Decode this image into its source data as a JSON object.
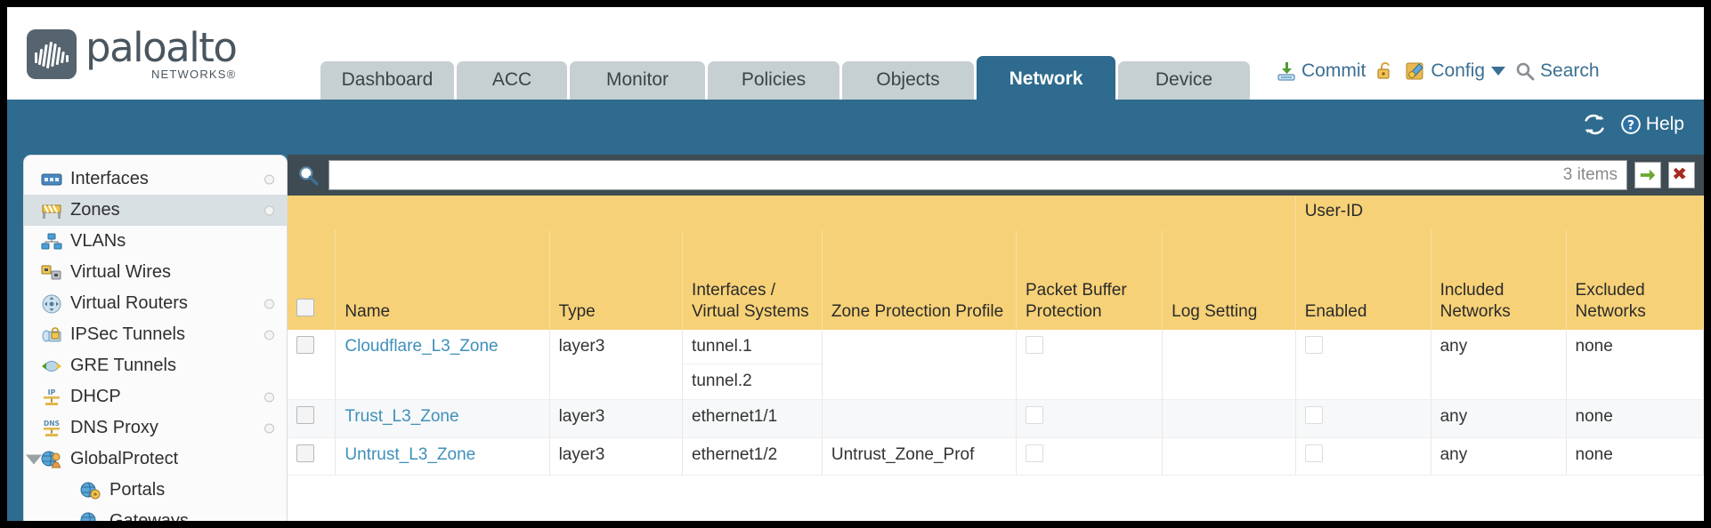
{
  "brand": {
    "name": "paloalto",
    "tagline": "NETWORKS",
    "registered": "®",
    "logo_icon": "paloalto-logo-icon"
  },
  "nav_tabs": [
    {
      "label": "Dashboard",
      "active": false,
      "width": 150
    },
    {
      "label": "ACC",
      "active": false,
      "width": 124
    },
    {
      "label": "Monitor",
      "active": false,
      "width": 152
    },
    {
      "label": "Policies",
      "active": false,
      "width": 148
    },
    {
      "label": "Objects",
      "active": false,
      "width": 148
    },
    {
      "label": "Network",
      "active": true,
      "width": 156
    },
    {
      "label": "Device",
      "active": false,
      "width": 148
    }
  ],
  "top_actions": {
    "commit": {
      "label": "Commit",
      "icon": "commit-save-icon"
    },
    "lock": {
      "label": "",
      "icon": "unlock-icon"
    },
    "config": {
      "label": "Config",
      "icon": "config-wrench-icon",
      "caret": "chevron-down-icon"
    },
    "search": {
      "label": "Search",
      "icon": "search-icon"
    }
  },
  "blue_bar": {
    "refresh": {
      "icon": "refresh-icon"
    },
    "help": {
      "label": "Help",
      "icon": "help-question-icon"
    }
  },
  "sidebar": {
    "items": [
      {
        "label": "Interfaces",
        "icon": "interfaces-icon",
        "selected": false,
        "dot": true,
        "child": false,
        "expander": false
      },
      {
        "label": "Zones",
        "icon": "zones-icon",
        "selected": true,
        "dot": true,
        "child": false,
        "expander": false
      },
      {
        "label": "VLANs",
        "icon": "vlans-icon",
        "selected": false,
        "dot": false,
        "child": false,
        "expander": false
      },
      {
        "label": "Virtual Wires",
        "icon": "virtual-wires-icon",
        "selected": false,
        "dot": false,
        "child": false,
        "expander": false
      },
      {
        "label": "Virtual Routers",
        "icon": "virtual-routers-icon",
        "selected": false,
        "dot": true,
        "child": false,
        "expander": false
      },
      {
        "label": "IPSec Tunnels",
        "icon": "ipsec-tunnels-icon",
        "selected": false,
        "dot": true,
        "child": false,
        "expander": false
      },
      {
        "label": "GRE Tunnels",
        "icon": "gre-tunnels-icon",
        "selected": false,
        "dot": false,
        "child": false,
        "expander": false
      },
      {
        "label": "DHCP",
        "icon": "dhcp-icon",
        "selected": false,
        "dot": true,
        "child": false,
        "expander": false
      },
      {
        "label": "DNS Proxy",
        "icon": "dns-proxy-icon",
        "selected": false,
        "dot": true,
        "child": false,
        "expander": false
      },
      {
        "label": "GlobalProtect",
        "icon": "globalprotect-icon",
        "selected": false,
        "dot": false,
        "child": false,
        "expander": true
      },
      {
        "label": "Portals",
        "icon": "portals-icon",
        "selected": false,
        "dot": false,
        "child": true,
        "expander": false
      },
      {
        "label": "Gateways",
        "icon": "gateways-icon",
        "selected": false,
        "dot": false,
        "child": true,
        "expander": false
      }
    ]
  },
  "filter_bar": {
    "search_icon": "search-icon",
    "value": "",
    "placeholder": "",
    "items_count": "3 items",
    "apply_icon": "apply-arrow-icon",
    "clear_icon": "clear-x-icon"
  },
  "table": {
    "group_header": {
      "userid": "User-ID"
    },
    "columns": [
      {
        "key": "checkbox",
        "label": ""
      },
      {
        "key": "name",
        "label": "Name"
      },
      {
        "key": "type",
        "label": "Type"
      },
      {
        "key": "interfaces",
        "label": "Interfaces / Virtual Systems"
      },
      {
        "key": "zone_protection_profile",
        "label": "Zone Protection Profile"
      },
      {
        "key": "packet_buffer_protection",
        "label": "Packet Buffer Protection"
      },
      {
        "key": "log_setting",
        "label": "Log Setting"
      },
      {
        "key": "enabled",
        "label": "Enabled"
      },
      {
        "key": "included_networks",
        "label": "Included Networks"
      },
      {
        "key": "excluded_networks",
        "label": "Excluded Networks"
      }
    ],
    "rows": [
      {
        "selected": false,
        "name": "Cloudflare_L3_Zone",
        "type": "layer3",
        "interfaces": [
          "tunnel.1",
          "tunnel.2"
        ],
        "zone_protection_profile": "",
        "packet_buffer_protection": false,
        "log_setting": "",
        "enabled": false,
        "included_networks": "any",
        "excluded_networks": "none"
      },
      {
        "selected": false,
        "name": "Trust_L3_Zone",
        "type": "layer3",
        "interfaces": [
          "ethernet1/1"
        ],
        "zone_protection_profile": "",
        "packet_buffer_protection": false,
        "log_setting": "",
        "enabled": false,
        "included_networks": "any",
        "excluded_networks": "none"
      },
      {
        "selected": false,
        "name": "Untrust_L3_Zone",
        "type": "layer3",
        "interfaces": [
          "ethernet1/2"
        ],
        "zone_protection_profile": "Untrust_Zone_Prof",
        "packet_buffer_protection": false,
        "log_setting": "",
        "enabled": false,
        "included_networks": "any",
        "excluded_networks": "none"
      }
    ]
  },
  "colors": {
    "brand_blue": "#2e6b8e",
    "tab_inactive": "#c6d0d2",
    "header_yellow": "#f6d177",
    "group_yellow": "#dfb24e",
    "link_blue": "#3e8fba",
    "panel_dark": "#3f4b52"
  }
}
